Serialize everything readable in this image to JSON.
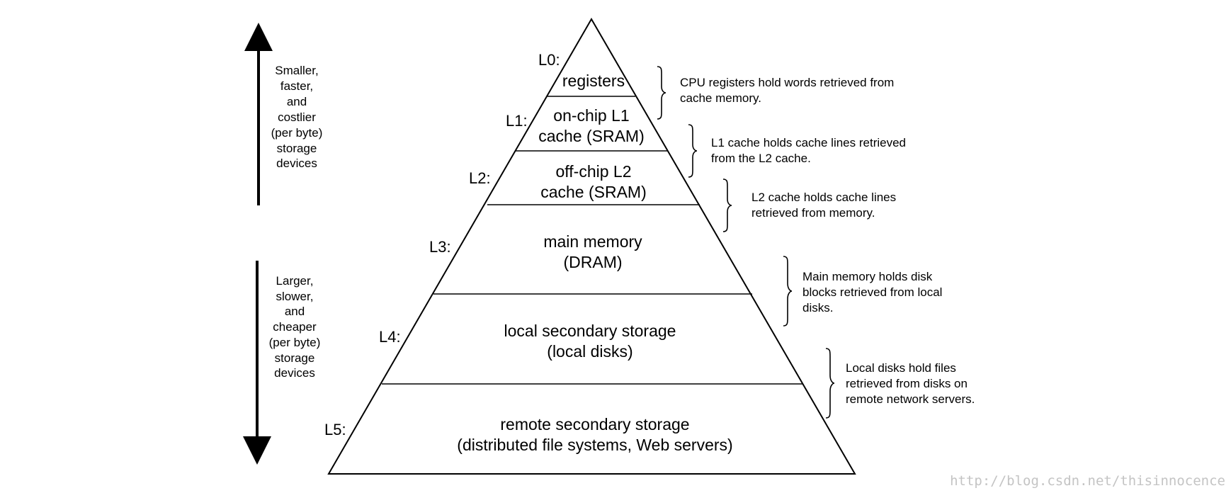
{
  "levels": [
    {
      "label": "L0:",
      "lines": [
        "registers"
      ],
      "note": [
        "CPU registers hold words retrieved from",
        "cache memory."
      ]
    },
    {
      "label": "L1:",
      "lines": [
        "on-chip L1",
        "cache (SRAM)"
      ],
      "note": [
        "L1 cache holds cache lines retrieved",
        "from the L2 cache."
      ]
    },
    {
      "label": "L2:",
      "lines": [
        "off-chip L2",
        "cache (SRAM)"
      ],
      "note": [
        "L2 cache holds cache lines",
        "retrieved from memory."
      ]
    },
    {
      "label": "L3:",
      "lines": [
        "main memory",
        "(DRAM)"
      ],
      "note": [
        "Main memory holds disk",
        "blocks retrieved from local",
        "disks."
      ]
    },
    {
      "label": "L4:",
      "lines": [
        "local secondary storage",
        "(local disks)"
      ],
      "note": [
        "Local disks hold files",
        "retrieved from disks on",
        "remote network servers."
      ]
    },
    {
      "label": "L5:",
      "lines": [
        "remote secondary storage",
        "(distributed file systems, Web servers)"
      ],
      "note": []
    }
  ],
  "top_side": [
    "Smaller,",
    "faster,",
    "and",
    "costlier",
    "(per byte)",
    "storage",
    "devices"
  ],
  "bottom_side": [
    "Larger,",
    "slower,",
    "and",
    "cheaper",
    "(per byte)",
    "storage",
    "devices"
  ],
  "watermark": "http://blog.csdn.net/thisinnocence"
}
